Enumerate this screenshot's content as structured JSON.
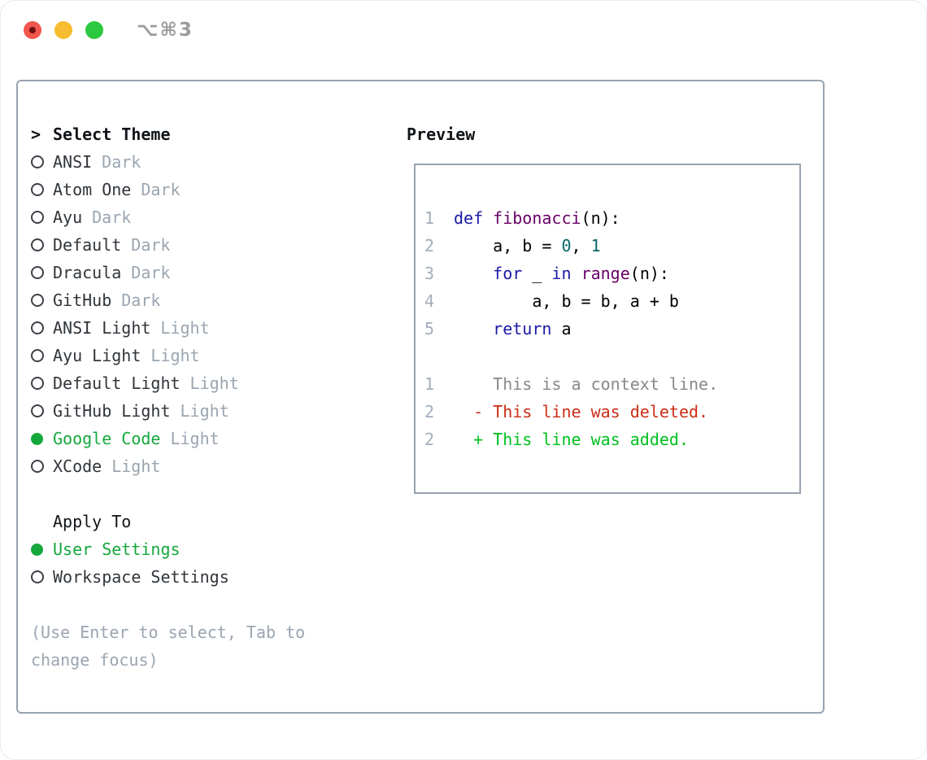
{
  "window": {
    "title": "⌥⌘3",
    "traffic_lights": [
      {
        "name": "close"
      },
      {
        "name": "minimize"
      },
      {
        "name": "zoom"
      }
    ]
  },
  "panel": {
    "theme_section": {
      "prompt": ">",
      "title": "Select Theme",
      "items": [
        {
          "label": "ANSI",
          "variant": "Dark",
          "selected": false
        },
        {
          "label": "Atom One",
          "variant": "Dark",
          "selected": false
        },
        {
          "label": "Ayu",
          "variant": "Dark",
          "selected": false
        },
        {
          "label": "Default",
          "variant": "Dark",
          "selected": false
        },
        {
          "label": "Dracula",
          "variant": "Dark",
          "selected": false
        },
        {
          "label": "GitHub",
          "variant": "Dark",
          "selected": false
        },
        {
          "label": "ANSI Light",
          "variant": "Light",
          "selected": false
        },
        {
          "label": "Ayu Light",
          "variant": "Light",
          "selected": false
        },
        {
          "label": "Default Light",
          "variant": "Light",
          "selected": false
        },
        {
          "label": "GitHub Light",
          "variant": "Light",
          "selected": false
        },
        {
          "label": "Google Code",
          "variant": "Light",
          "selected": true
        },
        {
          "label": "XCode",
          "variant": "Light",
          "selected": false
        }
      ]
    },
    "apply_section": {
      "title": "Apply To",
      "options": [
        {
          "label": "User Settings",
          "selected": true
        },
        {
          "label": "Workspace Settings",
          "selected": false
        }
      ]
    },
    "help_text": "(Use Enter to select, Tab to change focus)"
  },
  "preview": {
    "title": "Preview",
    "code_lines": [
      {
        "num": "1",
        "tokens": [
          {
            "text": "def",
            "color": "keyword"
          },
          {
            "text": " ",
            "color": "plain"
          },
          {
            "text": "fibonacci",
            "color": "function"
          },
          {
            "text": "(n):",
            "color": "plain"
          }
        ]
      },
      {
        "num": "2",
        "tokens": [
          {
            "text": "    a, b = ",
            "color": "plain"
          },
          {
            "text": "0",
            "color": "literal"
          },
          {
            "text": ", ",
            "color": "plain"
          },
          {
            "text": "1",
            "color": "literal"
          }
        ]
      },
      {
        "num": "3",
        "tokens": [
          {
            "text": "    ",
            "color": "plain"
          },
          {
            "text": "for",
            "color": "keyword"
          },
          {
            "text": " _ ",
            "color": "plain"
          },
          {
            "text": "in",
            "color": "keyword"
          },
          {
            "text": " ",
            "color": "plain"
          },
          {
            "text": "range",
            "color": "function"
          },
          {
            "text": "(n):",
            "color": "plain"
          }
        ]
      },
      {
        "num": "4",
        "tokens": [
          {
            "text": "        a, b = b, a + b",
            "color": "plain"
          }
        ]
      },
      {
        "num": "5",
        "tokens": [
          {
            "text": "    ",
            "color": "plain"
          },
          {
            "text": "return",
            "color": "keyword"
          },
          {
            "text": " a",
            "color": "plain"
          }
        ]
      },
      {
        "num": "",
        "tokens": []
      },
      {
        "num": "1",
        "tokens": [
          {
            "text": "    This is a context line.",
            "color": "context"
          }
        ]
      },
      {
        "num": "2",
        "tokens": [
          {
            "text": "  - This line was deleted.",
            "color": "deleted"
          }
        ]
      },
      {
        "num": "2",
        "tokens": [
          {
            "text": "  + This line was added.",
            "color": "added"
          }
        ]
      }
    ]
  },
  "colors": {
    "selection_green": "#14a83c",
    "text_primary": "#30353a",
    "text_strong": "#101418",
    "text_dim": "#9aa5b1",
    "border_gray": "#98a3b1",
    "line_number": "#a3adbd",
    "keyword": "#1a1aa6",
    "function": "#660066",
    "literal": "#066666",
    "plain": "#000000",
    "context": "#888888",
    "deleted": "#cc2d17",
    "added": "#00c020",
    "traffic_red": "#f2564d",
    "traffic_red_inner": "#70100e",
    "traffic_yellow": "#f7bc2f",
    "traffic_green": "#2bc840",
    "win_title_gray": "#9b9b9b"
  }
}
